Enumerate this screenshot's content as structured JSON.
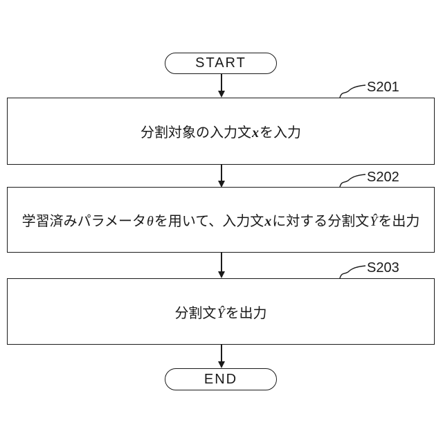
{
  "figure": {
    "type": "flowchart",
    "background_color": "#ffffff",
    "line_color": "#1a1a1a",
    "text_color": "#1a1a1a"
  },
  "flowchart": {
    "start_label": "START",
    "end_label": "END",
    "steps": [
      {
        "id": "S201",
        "full_text": "分割対象の入力文xを入力",
        "segments": [
          {
            "text": "分割対象の入力文"
          },
          {
            "text": "x"
          },
          {
            "text": "を入力"
          }
        ]
      },
      {
        "id": "S202",
        "full_text": "学習済みパラメータθを用いて、入力文xに対する分割文Ŷを出力",
        "segments": [
          {
            "text": "学習済みパラメータ"
          },
          {
            "text": "θ"
          },
          {
            "text": "を用いて、入力文"
          },
          {
            "text": "x"
          },
          {
            "text": "に対する分割文"
          },
          {
            "text": "Ŷ"
          },
          {
            "text": "を出力"
          }
        ]
      },
      {
        "id": "S203",
        "full_text": "分割文Ŷを出力",
        "segments": [
          {
            "text": "分割文"
          },
          {
            "text": "Ŷ"
          },
          {
            "text": "を出力"
          }
        ]
      }
    ]
  }
}
